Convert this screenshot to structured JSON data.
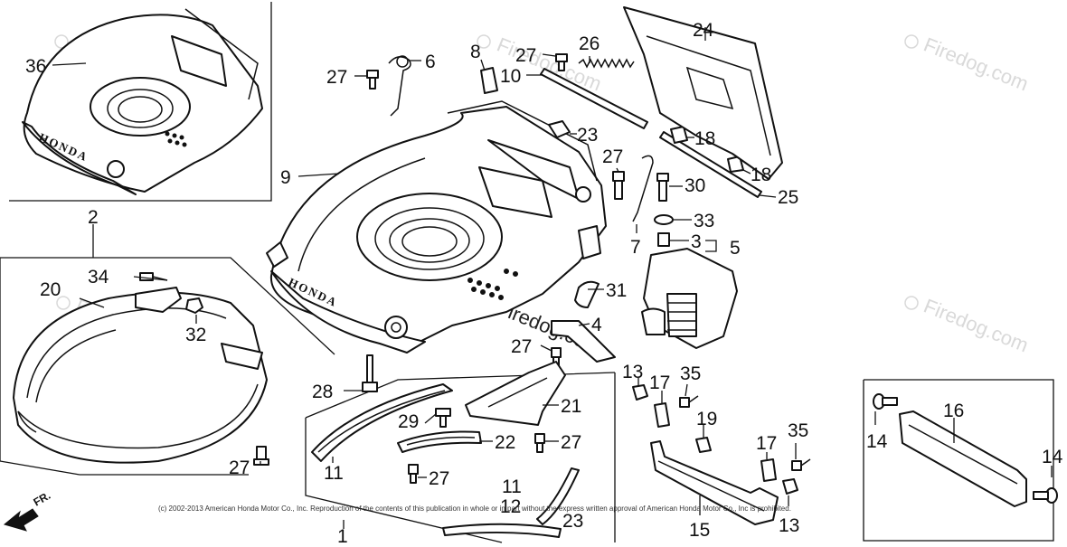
{
  "diagram": {
    "brand_text": "HONDA",
    "watermark_text": "Firedog.com",
    "front_label": "FR.",
    "copyright": "(c) 2002-2013 American Honda Motor Co., Inc. Reproduction of the contents of this publication in whole or in part without the express written approval of American Honda Motor Co., Inc is prohibited."
  },
  "callouts": {
    "c1": "1",
    "c2": "2",
    "c3": "3",
    "c4": "4",
    "c5": "5",
    "c6": "6",
    "c7": "7",
    "c8": "8",
    "c9": "9",
    "c10": "10",
    "c11a": "11",
    "c11b": "11",
    "c12": "12",
    "c13a": "13",
    "c13b": "13",
    "c14a": "14",
    "c14b": "14",
    "c16": "16",
    "c17a": "17",
    "c17b": "17",
    "c18a": "18",
    "c18b": "18",
    "c19": "19",
    "c20": "20",
    "c21": "21",
    "c22": "22",
    "c23": "23",
    "c24": "24",
    "c25": "25",
    "c26": "26",
    "c27a": "27",
    "c27b": "27",
    "c27c": "27",
    "c27d": "27",
    "c27e": "27",
    "c27f": "27",
    "c27g": "27",
    "c28": "28",
    "c29": "29",
    "c30": "30",
    "c31": "31",
    "c32": "32",
    "c33": "33",
    "c34": "34",
    "c35a": "35",
    "c35b": "35",
    "c36": "36",
    "c15": "15",
    "c23b": "23"
  }
}
